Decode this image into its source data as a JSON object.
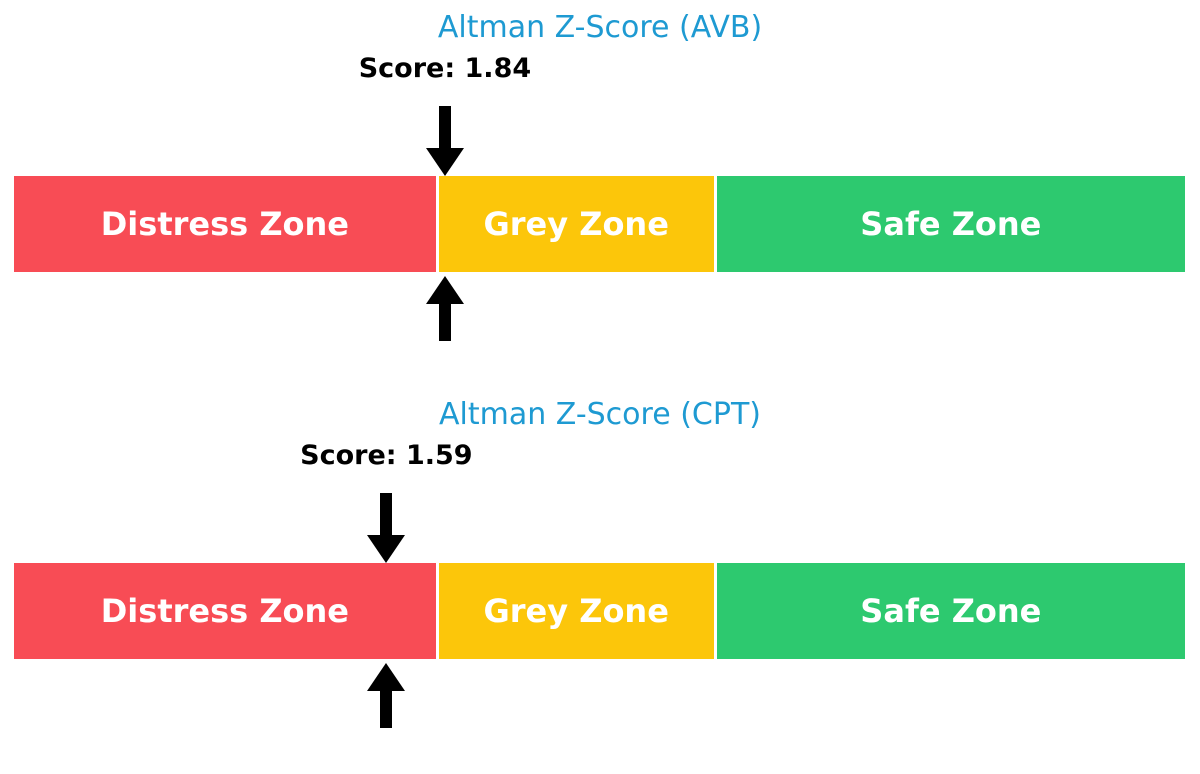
{
  "colors": {
    "title_blue": "#1E9AD2",
    "distress_red": "#F84C55",
    "grey_yellow": "#FCC60A",
    "safe_green": "#2DC96F",
    "arrow_black": "#000000",
    "zone_text_white": "#FFFFFF",
    "background": "#FFFFFF"
  },
  "chart_data": [
    {
      "type": "gauge",
      "title": "Altman Z-Score (AVB)",
      "score": 1.84,
      "score_label": "Score: 1.84",
      "axis_range": [
        0,
        5
      ],
      "marker": "black arrows above and below bar at score position",
      "legend_position": "none",
      "grid": false,
      "zones": [
        {
          "label": "Distress Zone",
          "start": 0,
          "end": 1.81,
          "color": "#F84C55"
        },
        {
          "label": "Grey Zone",
          "start": 1.81,
          "end": 2.99,
          "color": "#FCC60A"
        },
        {
          "label": "Safe Zone",
          "start": 2.99,
          "end": 5,
          "color": "#2DC96F"
        }
      ]
    },
    {
      "type": "gauge",
      "title": "Altman Z-Score (CPT)",
      "score": 1.59,
      "score_label": "Score: 1.59",
      "axis_range": [
        0,
        5
      ],
      "marker": "black arrows above and below bar at score position",
      "legend_position": "none",
      "grid": false,
      "zones": [
        {
          "label": "Distress Zone",
          "start": 0,
          "end": 1.81,
          "color": "#F84C55"
        },
        {
          "label": "Grey Zone",
          "start": 1.81,
          "end": 2.99,
          "color": "#FCC60A"
        },
        {
          "label": "Safe Zone",
          "start": 2.99,
          "end": 5,
          "color": "#2DC96F"
        }
      ]
    }
  ]
}
